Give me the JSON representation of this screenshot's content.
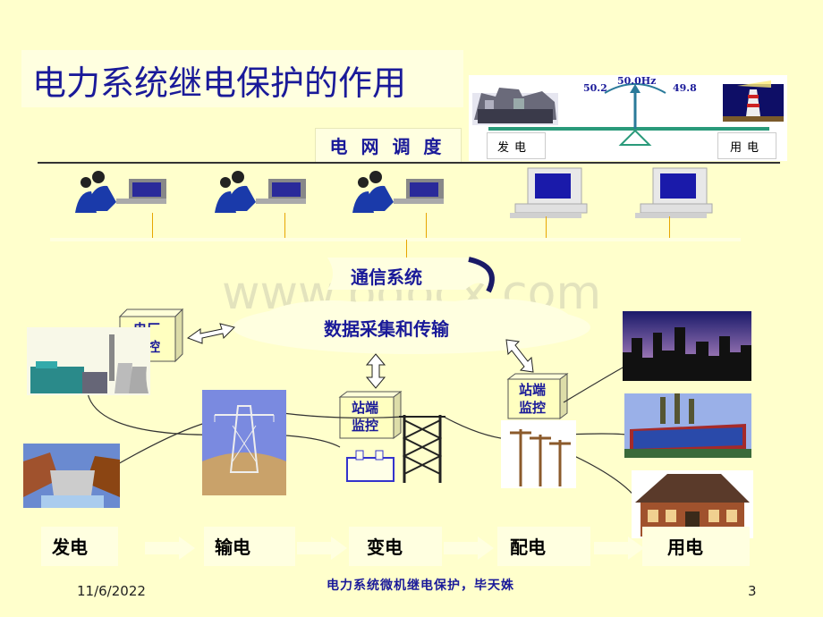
{
  "title": "电力系统继电保护的作用",
  "dispatch_label": "电 网 调 度",
  "scale": {
    "freq_center": "50.0Hz",
    "freq_left": "50.2",
    "freq_right": "49.8",
    "label_left": "发电",
    "label_right": "用电"
  },
  "comm": {
    "label": "通信系统",
    "data_label": "数据采集和传输"
  },
  "monitors": {
    "plant": [
      "电厂",
      "监控"
    ],
    "station1": [
      "站端",
      "监控"
    ],
    "station2": [
      "站端",
      "监控"
    ]
  },
  "stages": [
    "发电",
    "输电",
    "变电",
    "配电",
    "用电"
  ],
  "watermark": "www.bdocx.com",
  "footer": {
    "date": "11/6/2022",
    "center": "电力系统微机继电保护，毕天姝",
    "page": "3"
  },
  "colors": {
    "background": "#ffffcc",
    "title_text": "#1a1a99",
    "connector": "#e6a600",
    "cube": "#ffffc0"
  }
}
